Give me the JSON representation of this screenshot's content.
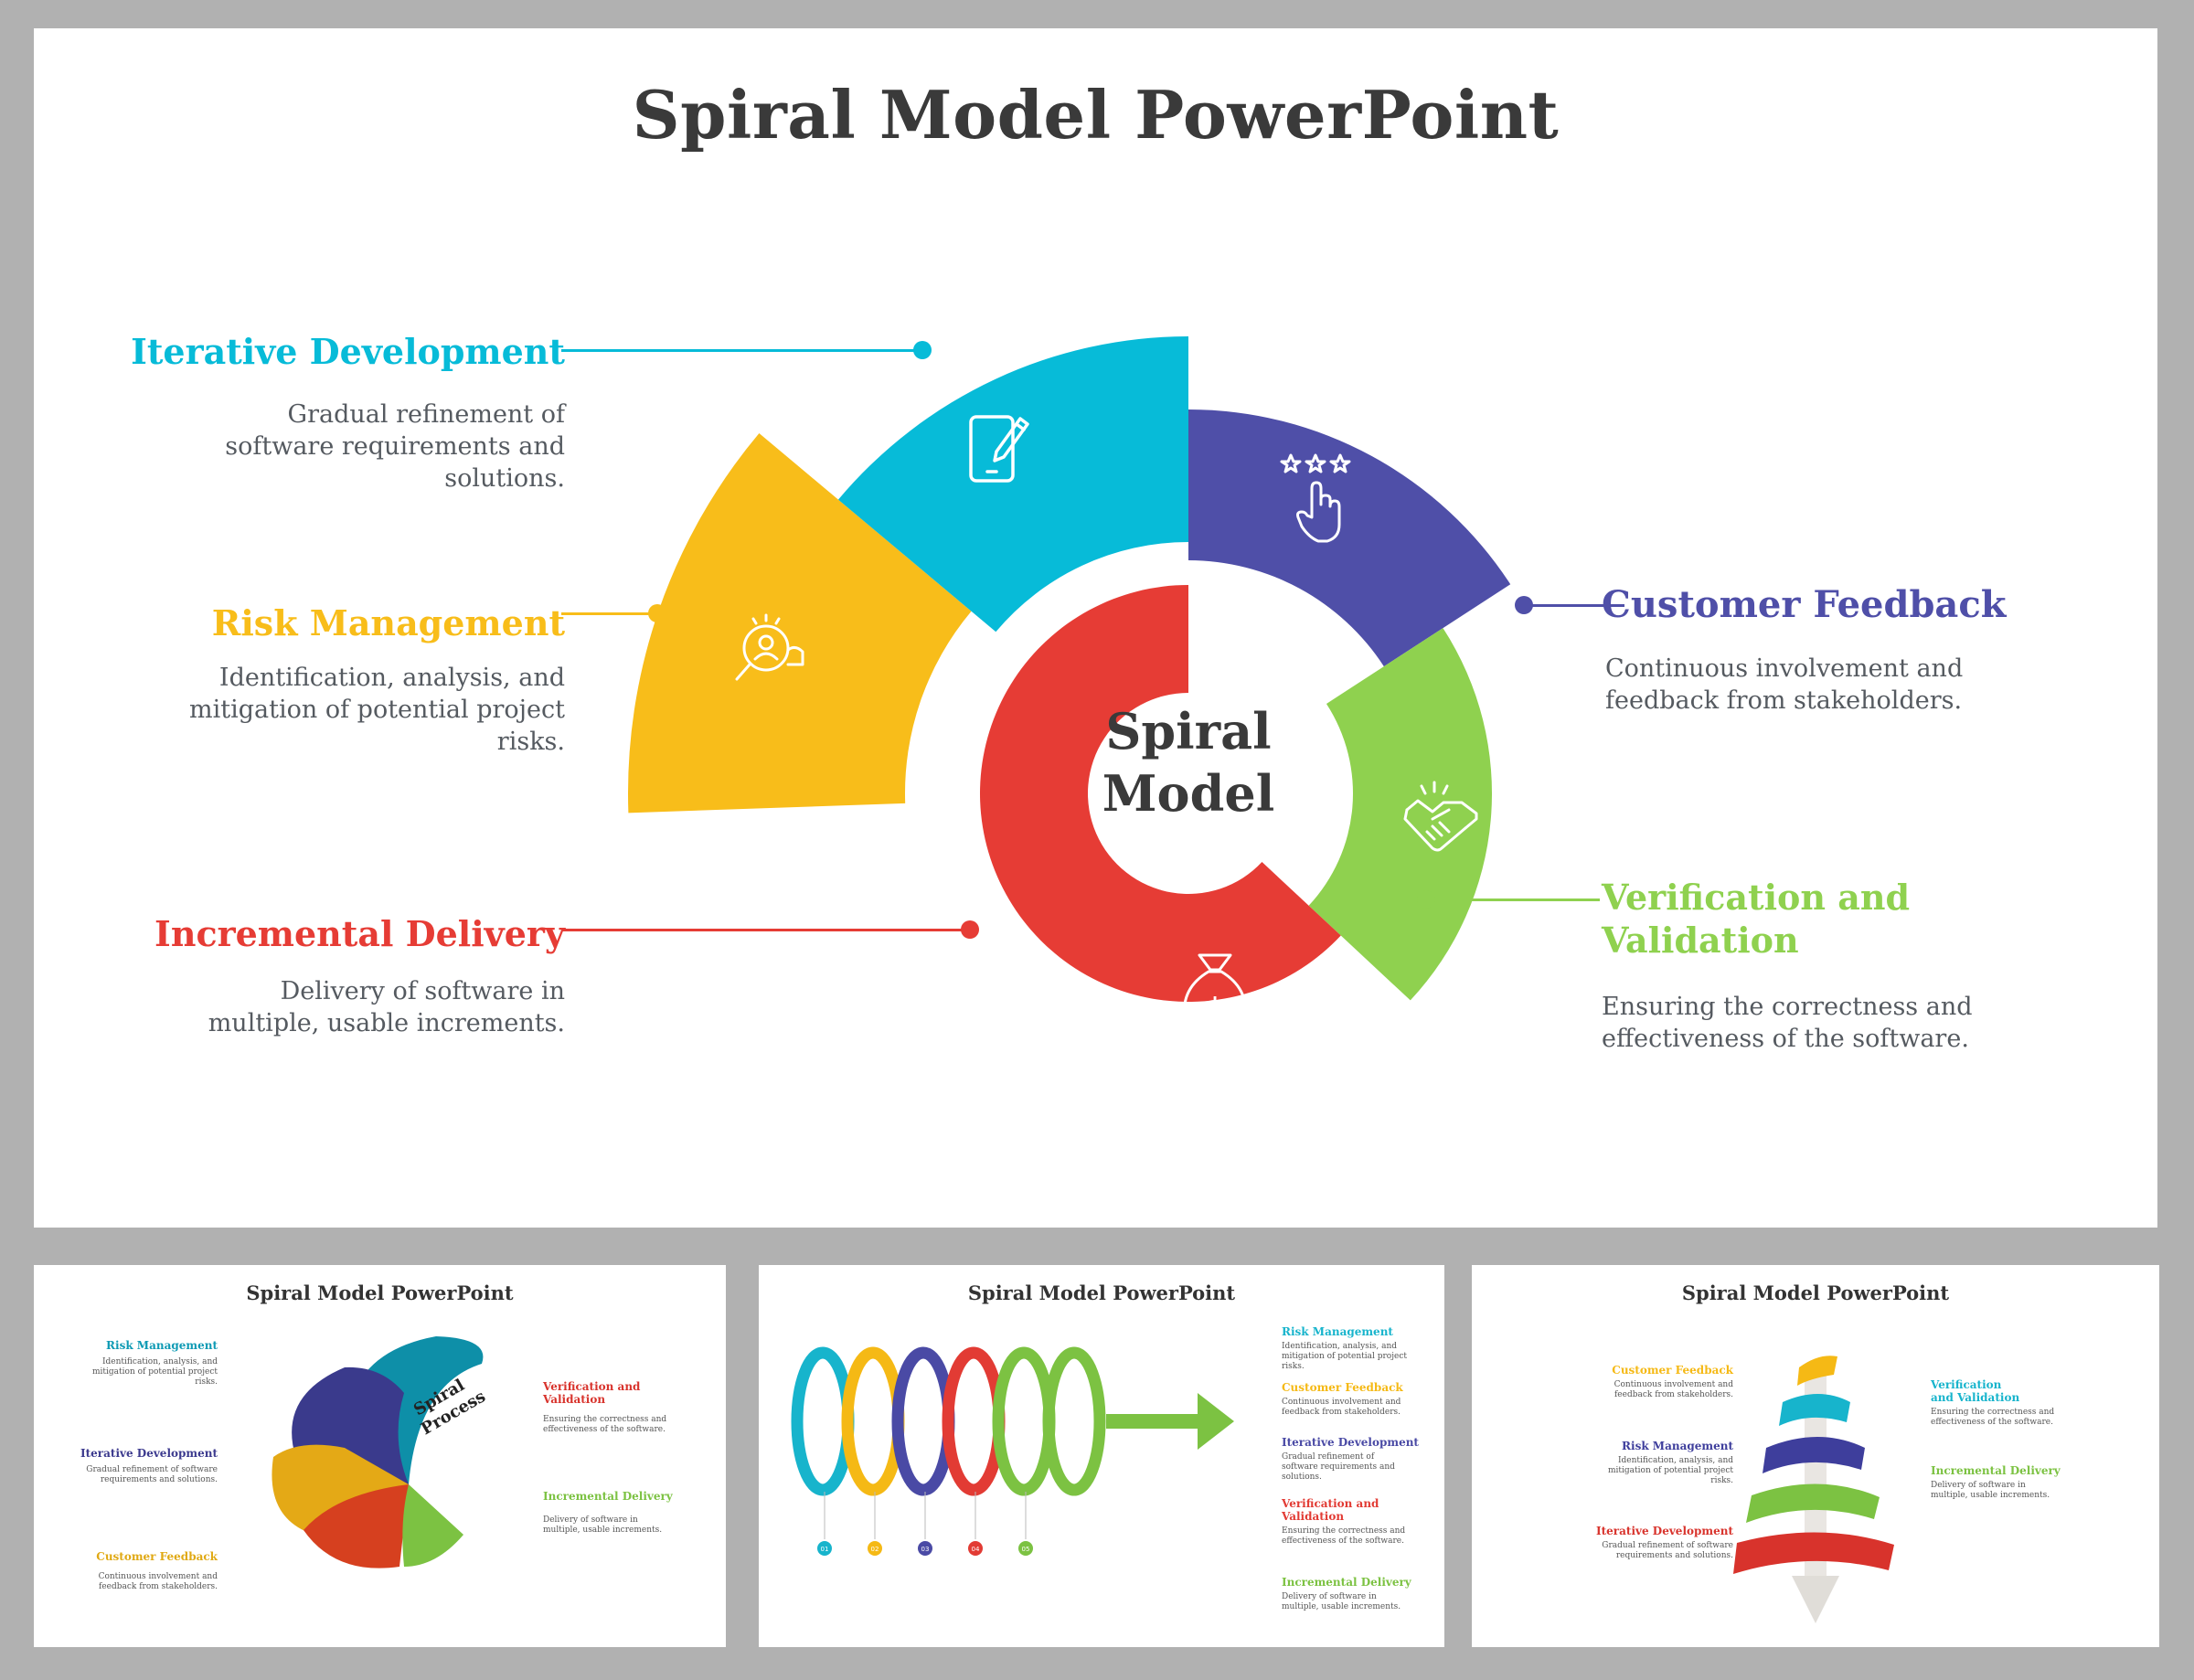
{
  "main": {
    "title": "Spiral Model PowerPoint",
    "center_label_line1": "Spiral",
    "center_label_line2": "Model",
    "stages": [
      {
        "heading": "Iterative Development",
        "description": "Gradual refinement of software requirements and solutions.",
        "color": "#07bbd8",
        "icon": "tablet-pencil-icon"
      },
      {
        "heading": "Risk Management",
        "description": "Identification, analysis, and mitigation of potential project risks.",
        "color": "#f8bd1a",
        "icon": "magnifier-person-icon"
      },
      {
        "heading": "Incremental Delivery",
        "description": "Delivery of software in multiple, usable increments.",
        "color": "#e63c35",
        "icon": "money-bag-icon"
      },
      {
        "heading": "Customer Feedback",
        "description": "Continuous involvement and feedback from stakeholders.",
        "color": "#4f4fa8",
        "icon": "stars-hand-icon"
      },
      {
        "heading": "Verification and",
        "heading_line2": "Validation",
        "description": "Ensuring the correctness and effectiveness of the software.",
        "color": "#8fd14f",
        "icon": "handshake-icon"
      }
    ]
  },
  "thumb1": {
    "title": "Spiral Model PowerPoint",
    "center_line1": "Spiral",
    "center_line2": "Process",
    "items": [
      {
        "heading": "Risk Management",
        "description": "Identification, analysis, and mitigation of potential project risks.",
        "color": "#0e9ab4"
      },
      {
        "heading": "Iterative Development",
        "description": "Gradual refinement of software requirements and solutions.",
        "color": "#3c3a8e"
      },
      {
        "heading": "Customer Feedback",
        "description": "Continuous involvement and feedback from stakeholders.",
        "color": "#e0a914"
      },
      {
        "heading": "Verification and Validation",
        "description": "Ensuring the correctness and effectiveness of the software.",
        "color": "#d8332c"
      },
      {
        "heading": "Incremental Delivery",
        "description": "Delivery of software in multiple, usable increments.",
        "color": "#7cc242"
      }
    ]
  },
  "thumb2": {
    "title": "Spiral Model PowerPoint",
    "numbers": [
      "01",
      "02",
      "03",
      "04",
      "05"
    ],
    "items": [
      {
        "heading": "Risk Management",
        "description": "Identification, analysis, and mitigation of potential project risks.",
        "color": "#17b4cc"
      },
      {
        "heading": "Customer Feedback",
        "description": "Continuous involvement and feedback from stakeholders.",
        "color": "#f5b915"
      },
      {
        "heading": "Iterative Development",
        "description": "Gradual refinement of software requirements and solutions.",
        "color": "#4a4aa5"
      },
      {
        "heading": "Verification and Validation",
        "description": "Ensuring the correctness and effectiveness of the software.",
        "color": "#e23b34"
      },
      {
        "heading": "Incremental Delivery",
        "description": "Delivery of software in multiple, usable increments.",
        "color": "#7cc242"
      }
    ]
  },
  "thumb3": {
    "title": "Spiral Model PowerPoint",
    "items": [
      {
        "heading": "Customer Feedback",
        "description": "Continuous involvement and feedback from stakeholders.",
        "color": "#f5b915"
      },
      {
        "heading": "Risk Management",
        "description": "Identification, analysis, and mitigation of potential project risks.",
        "color": "#3e3e9c"
      },
      {
        "heading": "Iterative Development",
        "description": "Gradual refinement of software requirements and solutions.",
        "color": "#d8332c"
      },
      {
        "heading": "Verification and Validation",
        "description": "Ensuring the correctness and effectiveness of the software.",
        "color": "#17b4cc"
      },
      {
        "heading": "Incremental Delivery",
        "description": "Delivery of software in multiple, usable increments.",
        "color": "#7cc242"
      }
    ]
  }
}
